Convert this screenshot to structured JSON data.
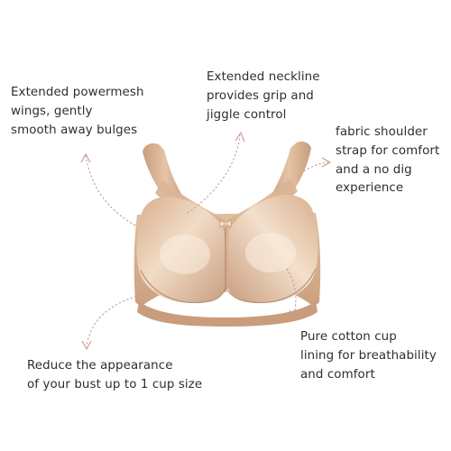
{
  "callouts": {
    "wings": [
      "Extended powermesh",
      "wings, gently",
      "smooth away bulges"
    ],
    "neckline": [
      "Extended neckline",
      "provides grip and",
      "jiggle control"
    ],
    "strap": [
      "fabric shoulder",
      "strap for comfort",
      "and a no dig",
      "experience"
    ],
    "cup": [
      "Pure cotton cup",
      "lining for breathability",
      "and comfort"
    ],
    "reduce": [
      "Reduce the appearance",
      "of your bust up to 1 cup size"
    ]
  },
  "colors": {
    "background": "#ffffff",
    "text": "#2e2e2e",
    "arrow": "#c79a8d",
    "fabric_light": "#ecd2b8",
    "fabric_mid": "#dcb594",
    "fabric_dark": "#c4987a"
  },
  "icons": {
    "product": "bra-illustration",
    "pointer": "dotted-arrow-icon"
  }
}
